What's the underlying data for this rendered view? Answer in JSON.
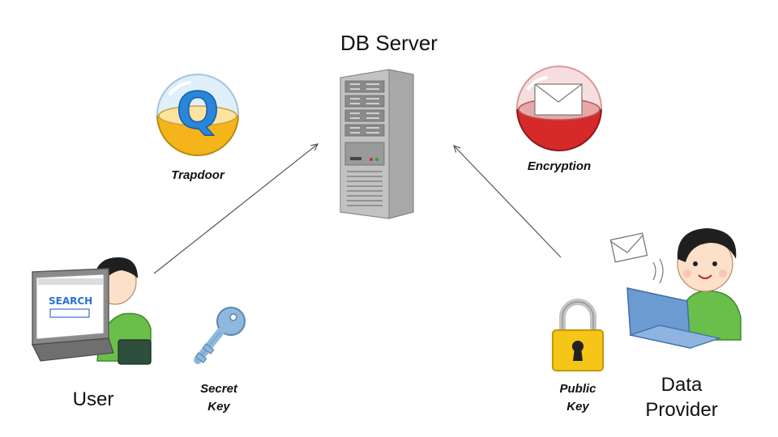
{
  "nodes": {
    "server": {
      "label": "DB Server"
    },
    "user": {
      "label": "User",
      "screen_text": "SEARCH"
    },
    "provider": {
      "label_line1": "Data",
      "label_line2": "Provider"
    }
  },
  "items": {
    "trapdoor": {
      "label": "Trapdoor",
      "glyph": "Q"
    },
    "encryption": {
      "label": "Encryption"
    },
    "secret_key": {
      "label_line1": "Secret",
      "label_line2": "Key"
    },
    "public_key": {
      "label_line1": "Public",
      "label_line2": "Key"
    }
  },
  "colors": {
    "trapdoor_capsule": "#f4b41a",
    "encryption_capsule": "#d62a2a",
    "secret_key": "#8fb8de",
    "public_key": "#f5c518",
    "server": "#c8c8c8",
    "shirt": "#6abf4b",
    "laptop_user": "#9a9a9a",
    "laptop_provider": "#6c9bd2"
  }
}
